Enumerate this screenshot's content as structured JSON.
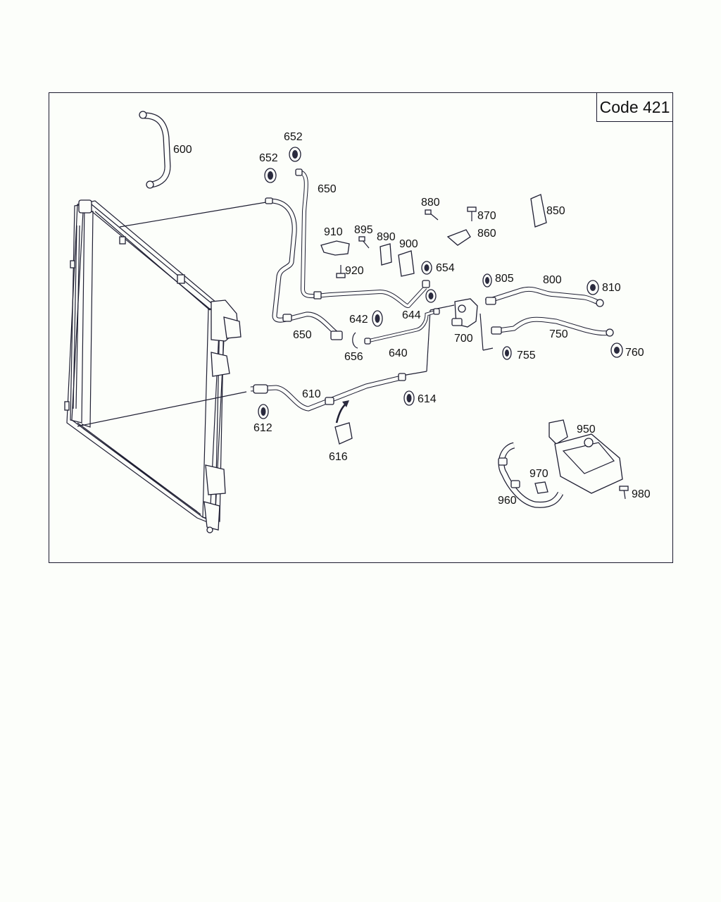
{
  "diagram": {
    "code_label": "Code 421",
    "labels": [
      {
        "id": "600",
        "text": "600"
      },
      {
        "id": "652a",
        "text": "652"
      },
      {
        "id": "652b",
        "text": "652"
      },
      {
        "id": "650a",
        "text": "650"
      },
      {
        "id": "650b",
        "text": "650"
      },
      {
        "id": "880",
        "text": "880"
      },
      {
        "id": "870",
        "text": "870"
      },
      {
        "id": "850",
        "text": "850"
      },
      {
        "id": "860",
        "text": "860"
      },
      {
        "id": "910",
        "text": "910"
      },
      {
        "id": "895",
        "text": "895"
      },
      {
        "id": "890",
        "text": "890"
      },
      {
        "id": "900",
        "text": "900"
      },
      {
        "id": "654",
        "text": "654"
      },
      {
        "id": "920",
        "text": "920"
      },
      {
        "id": "805",
        "text": "805"
      },
      {
        "id": "800",
        "text": "800"
      },
      {
        "id": "810",
        "text": "810"
      },
      {
        "id": "642",
        "text": "642"
      },
      {
        "id": "644",
        "text": "644"
      },
      {
        "id": "656",
        "text": "656"
      },
      {
        "id": "640",
        "text": "640"
      },
      {
        "id": "700",
        "text": "700"
      },
      {
        "id": "750",
        "text": "750"
      },
      {
        "id": "755",
        "text": "755"
      },
      {
        "id": "760",
        "text": "760"
      },
      {
        "id": "610",
        "text": "610"
      },
      {
        "id": "612",
        "text": "612"
      },
      {
        "id": "614",
        "text": "614"
      },
      {
        "id": "616",
        "text": "616"
      },
      {
        "id": "950",
        "text": "950"
      },
      {
        "id": "970",
        "text": "970"
      },
      {
        "id": "960",
        "text": "960"
      },
      {
        "id": "980",
        "text": "980"
      }
    ]
  }
}
